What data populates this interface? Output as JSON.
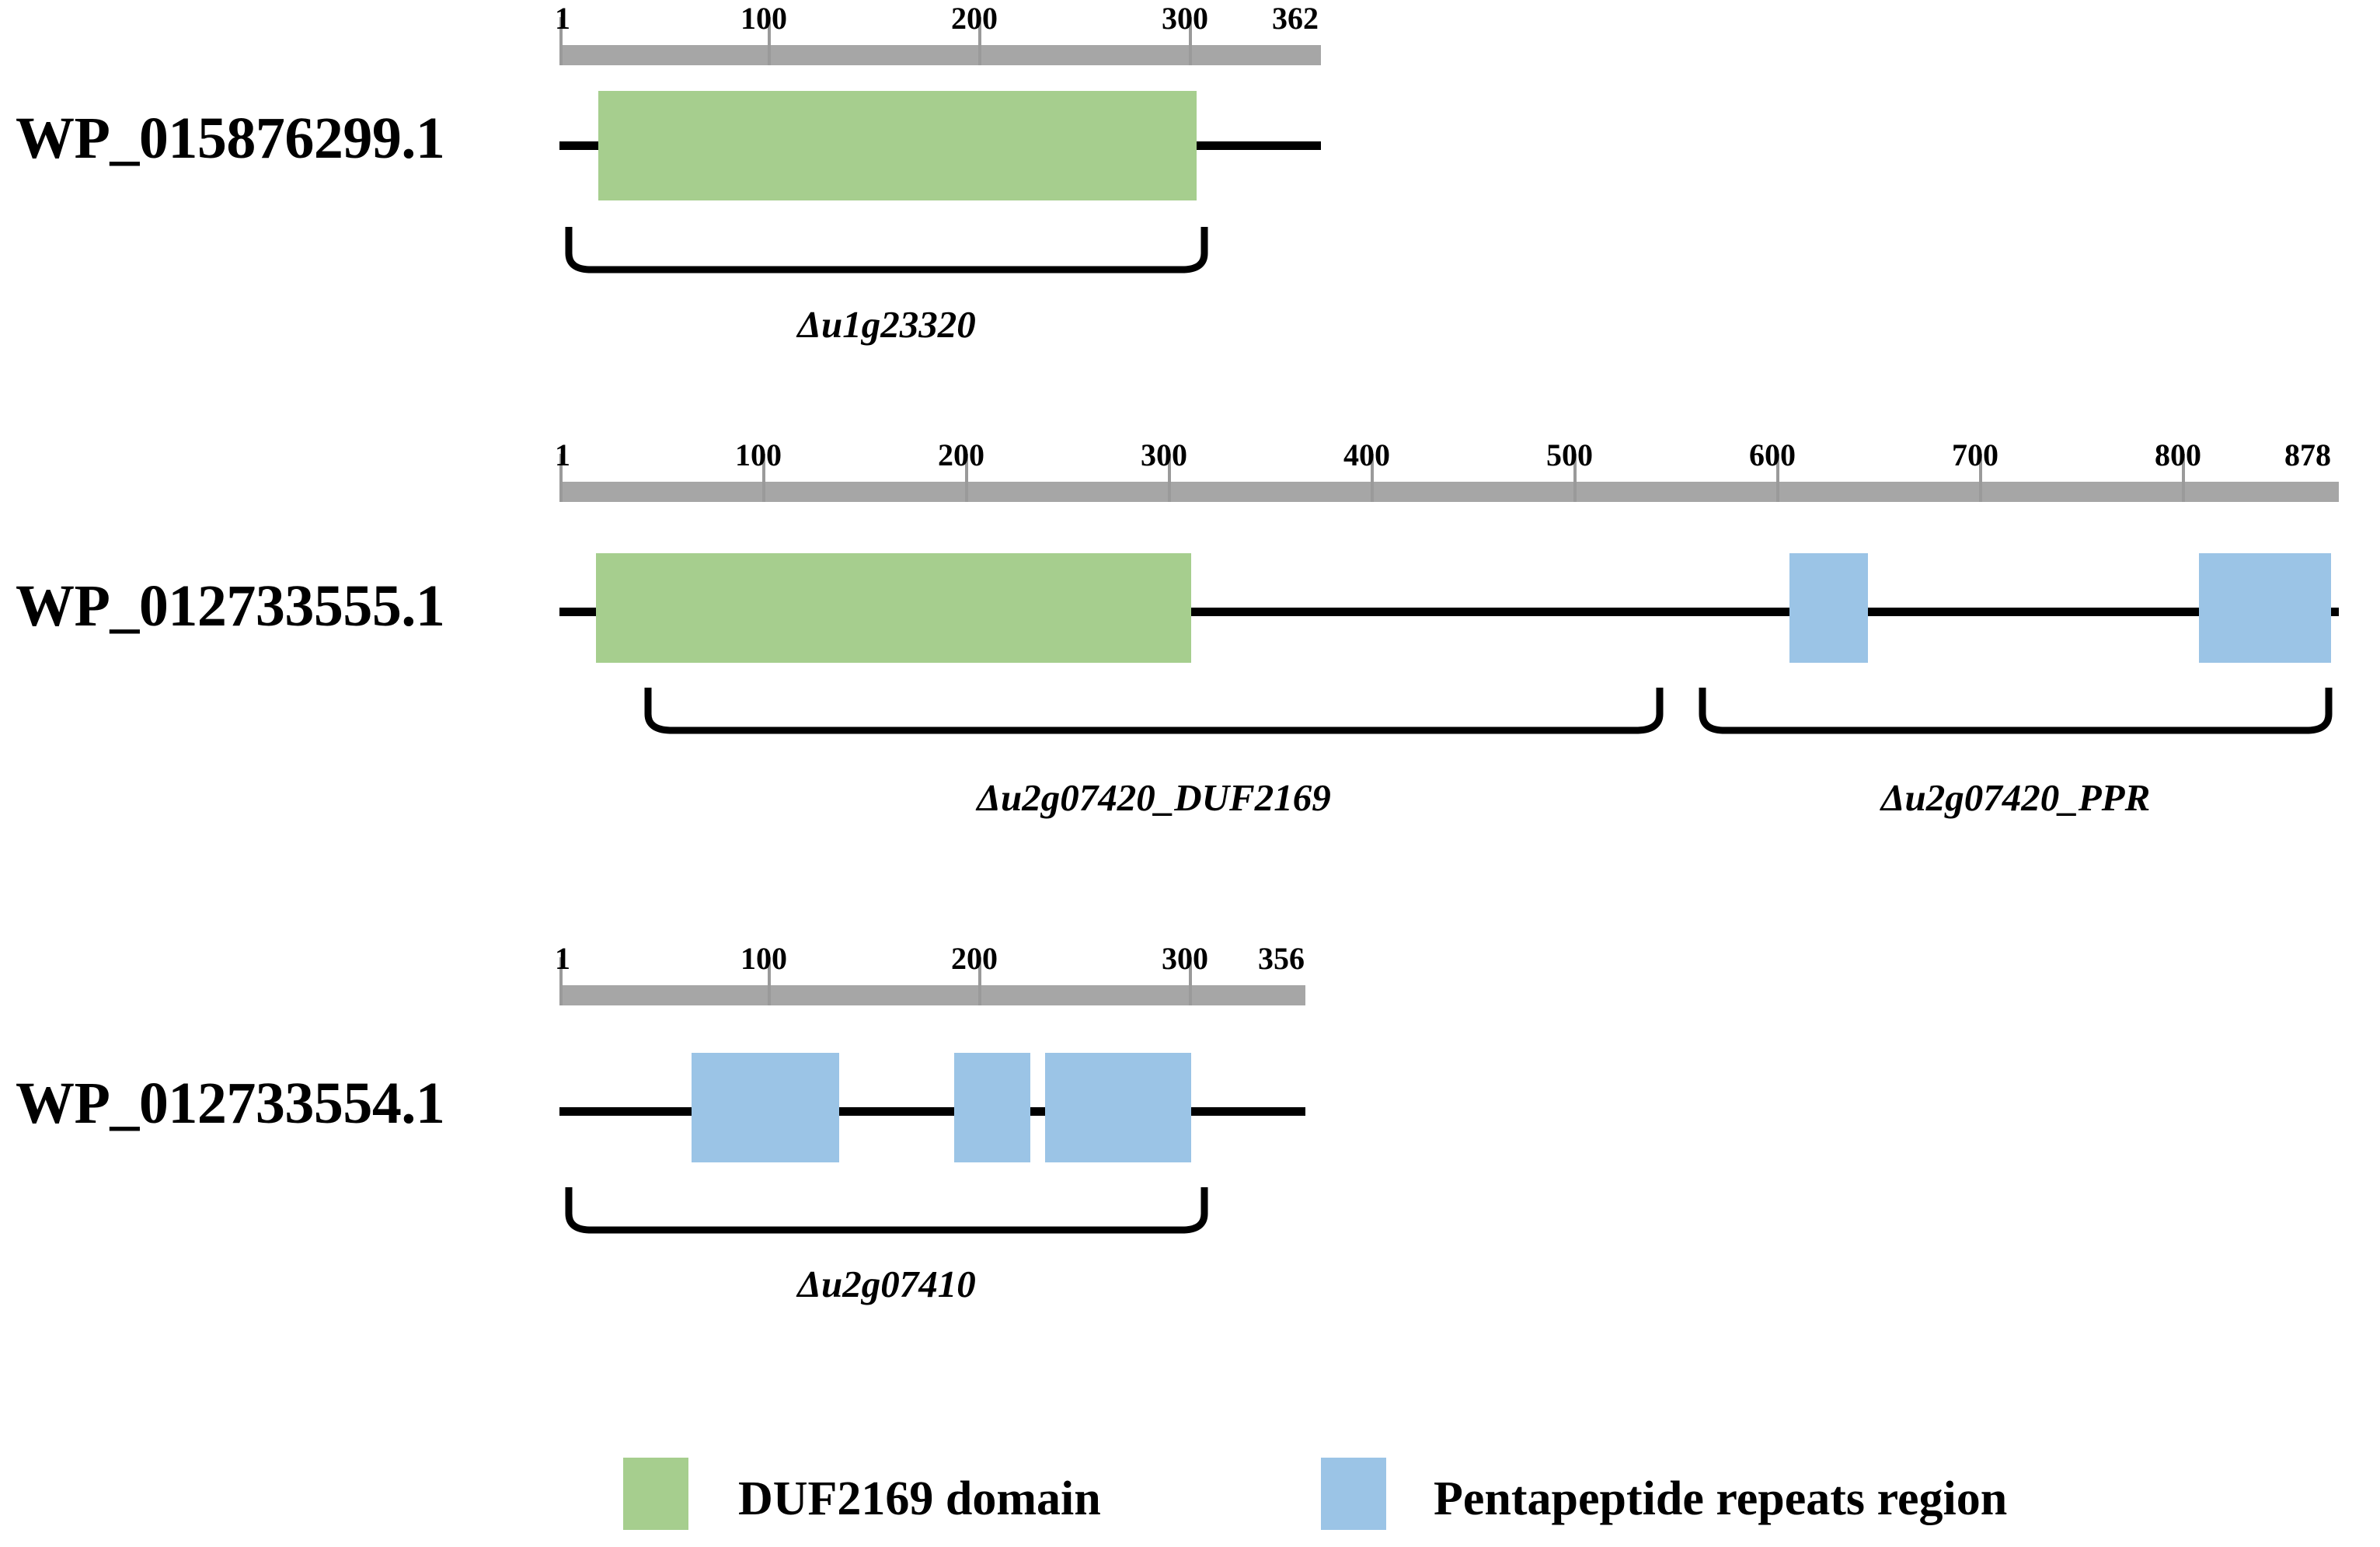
{
  "figure": {
    "type": "protein-domain-architecture",
    "colors": {
      "duf2169_green": "#a6ce8e",
      "pentapeptide_blue": "#9bc4e6",
      "ruler_gray": "#a6a6a6",
      "line_black": "#000000"
    }
  },
  "rows": [
    {
      "protein_label": "WP_015876299.1",
      "length": 362,
      "ruler": {
        "start_label": "1",
        "end_label": "362",
        "ticks": [
          "1",
          "100",
          "200",
          "300"
        ],
        "tick_values": [
          1,
          100,
          200,
          300
        ],
        "end_value": 362
      },
      "domains": [
        {
          "name": "DUF2169 domain",
          "type": "DUF2169",
          "start": 13,
          "end": 300,
          "color": "#a6ce8e"
        }
      ],
      "brackets": [
        {
          "label": "Δu1g23320",
          "start": 1,
          "end": 310
        }
      ]
    },
    {
      "protein_label": "WP_012733555.1",
      "length": 878,
      "ruler": {
        "start_label": "1",
        "end_label": "878",
        "ticks": [
          "1",
          "100",
          "200",
          "300",
          "400",
          "500",
          "600",
          "700",
          "800"
        ],
        "tick_values": [
          1,
          100,
          200,
          300,
          400,
          500,
          600,
          700,
          800
        ],
        "end_value": 878
      },
      "domains": [
        {
          "name": "DUF2169 domain",
          "type": "DUF2169",
          "start": 13,
          "end": 300,
          "color": "#a6ce8e"
        },
        {
          "name": "Pentapeptide repeats region",
          "type": "Pentapeptide",
          "start": 608,
          "end": 652,
          "color": "#9bc4e6"
        },
        {
          "name": "Pentapeptide repeats region",
          "type": "Pentapeptide",
          "start": 840,
          "end": 878,
          "color": "#9bc4e6"
        }
      ],
      "brackets": [
        {
          "label": "Δu2g07420_DUF2169",
          "start": 1,
          "end": 515
        },
        {
          "label": "Δu2g07420_PPR",
          "start": 535,
          "end": 878
        }
      ]
    },
    {
      "protein_label": "WP_012733554.1",
      "length": 356,
      "ruler": {
        "start_label": "1",
        "end_label": "356",
        "ticks": [
          "1",
          "100",
          "200",
          "300"
        ],
        "tick_values": [
          1,
          100,
          200,
          300
        ],
        "end_value": 356
      },
      "domains": [
        {
          "name": "Pentapeptide repeats region",
          "type": "Pentapeptide",
          "start": 63,
          "end": 133,
          "color": "#9bc4e6"
        },
        {
          "name": "Pentapeptide repeats region",
          "type": "Pentapeptide",
          "start": 188,
          "end": 224,
          "color": "#9bc4e6"
        },
        {
          "name": "Pentapeptide repeats region",
          "type": "Pentapeptide",
          "start": 231,
          "end": 300,
          "color": "#9bc4e6"
        }
      ],
      "brackets": [
        {
          "label": "Δu2g07410",
          "start": 1,
          "end": 310
        }
      ]
    }
  ],
  "legend": {
    "items": [
      {
        "label": "DUF2169  domain",
        "color": "#a6ce8e"
      },
      {
        "label": "Pentapeptide  repeats  region",
        "color": "#9bc4e6"
      }
    ]
  }
}
